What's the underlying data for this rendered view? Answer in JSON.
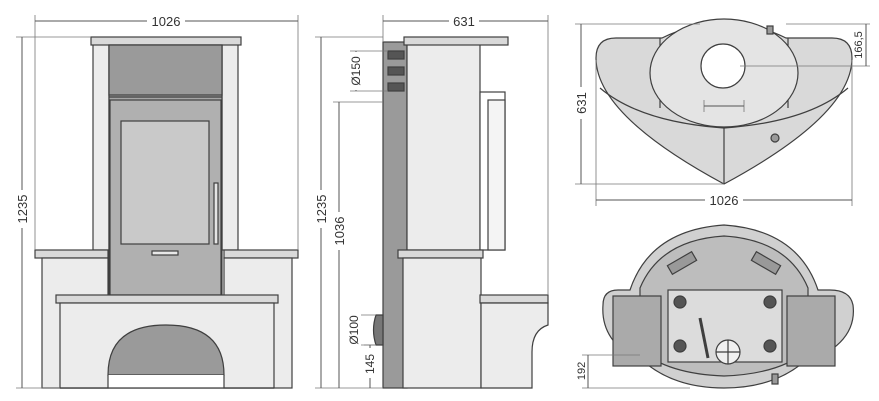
{
  "colors": {
    "background": "#ffffff",
    "stone_light": "#ececec",
    "stone_mid": "#d9d9d9",
    "metal_dark": "#9a9a9a",
    "metal_mid": "#b4b4b4",
    "glass": "#c7c7c7",
    "outline": "#3f3f3f",
    "dimension": "#555555"
  },
  "front_view": {
    "width_label": "1026",
    "height_label": "1235"
  },
  "side_view": {
    "depth_label": "631",
    "total_height_label": "1235",
    "height_label": "1036",
    "flue_top_label": "Ø150",
    "flue_bottom_label": "Ø100",
    "air_inlet_height_label": "145"
  },
  "top_view": {
    "depth_label": "631",
    "width_label": "1026",
    "offset_label": "166,5"
  },
  "bottom_view": {
    "offset_label": "192"
  }
}
